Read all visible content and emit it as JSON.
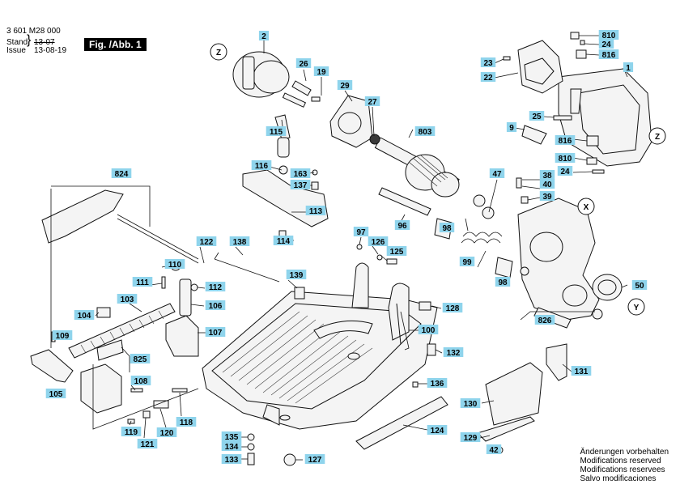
{
  "header": {
    "code": "3 601 M28 000",
    "stand_label": "Stand",
    "issue_label": "Issue",
    "stand_value": "13-07",
    "issue_value": "13-08-19",
    "figure_label": "Fig. /Abb. 1"
  },
  "notes": [
    "Änderungen vorbehalten",
    "Modifications reserved",
    "Modifications reservees",
    "Salvo modificaciones"
  ],
  "reference_marks": [
    "Z",
    "Z",
    "X",
    "Y"
  ],
  "part_labels": [
    "2",
    "26",
    "19",
    "29",
    "27",
    "115",
    "116",
    "163",
    "137",
    "113",
    "114",
    "803",
    "47",
    "38",
    "40",
    "39",
    "824",
    "96",
    "98",
    "99",
    "97",
    "126",
    "125",
    "122",
    "138",
    "110",
    "139",
    "111",
    "112",
    "103",
    "106",
    "104",
    "107",
    "109",
    "825",
    "105",
    "108",
    "118",
    "120",
    "121",
    "119",
    "135",
    "134",
    "133",
    "127",
    "124",
    "128",
    "100",
    "132",
    "136",
    "131",
    "130",
    "129",
    "42",
    "98",
    "50",
    "826",
    "810",
    "24",
    "816",
    "23",
    "22",
    "1",
    "25",
    "9",
    "816",
    "810",
    "24"
  ]
}
